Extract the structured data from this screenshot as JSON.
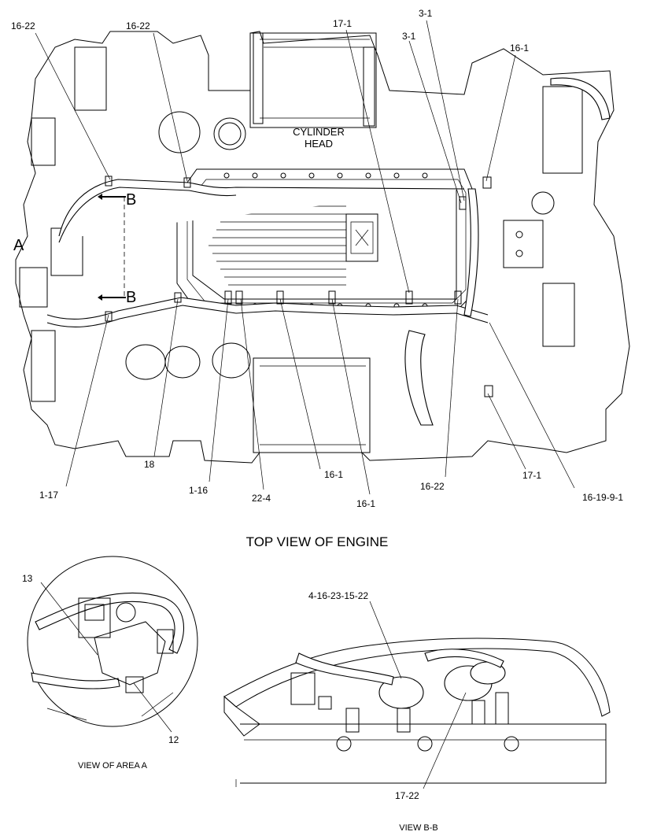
{
  "main_view": {
    "title": "TOP VIEW OF ENGINE",
    "cylinder_head_label": [
      "CYLINDER",
      "HEAD"
    ],
    "section_labels": {
      "a": "A",
      "b_top": "B",
      "b_bottom": "B"
    },
    "callouts": [
      {
        "id": "c1",
        "text": "16-22"
      },
      {
        "id": "c2",
        "text": "16-22"
      },
      {
        "id": "c3",
        "text": "17-1"
      },
      {
        "id": "c4",
        "text": "3-1"
      },
      {
        "id": "c5",
        "text": "3-1"
      },
      {
        "id": "c6",
        "text": "16-1"
      },
      {
        "id": "c7",
        "text": "18"
      },
      {
        "id": "c8",
        "text": "1-16"
      },
      {
        "id": "c9",
        "text": "16-1"
      },
      {
        "id": "c10",
        "text": "16-22"
      },
      {
        "id": "c11",
        "text": "17-1"
      },
      {
        "id": "c12",
        "text": "1-17"
      },
      {
        "id": "c13",
        "text": "22-4"
      },
      {
        "id": "c14",
        "text": "16-1"
      },
      {
        "id": "c15",
        "text": "16-19-9-1"
      }
    ]
  },
  "view_area_a": {
    "caption": "VIEW OF AREA A",
    "callouts": [
      {
        "id": "a1",
        "text": "13"
      },
      {
        "id": "a2",
        "text": "12"
      }
    ]
  },
  "view_b_b": {
    "caption": "VIEW B-B",
    "callouts": [
      {
        "id": "b1",
        "text": "4-16-23-15-22"
      },
      {
        "id": "b2",
        "text": "17-22"
      }
    ]
  }
}
